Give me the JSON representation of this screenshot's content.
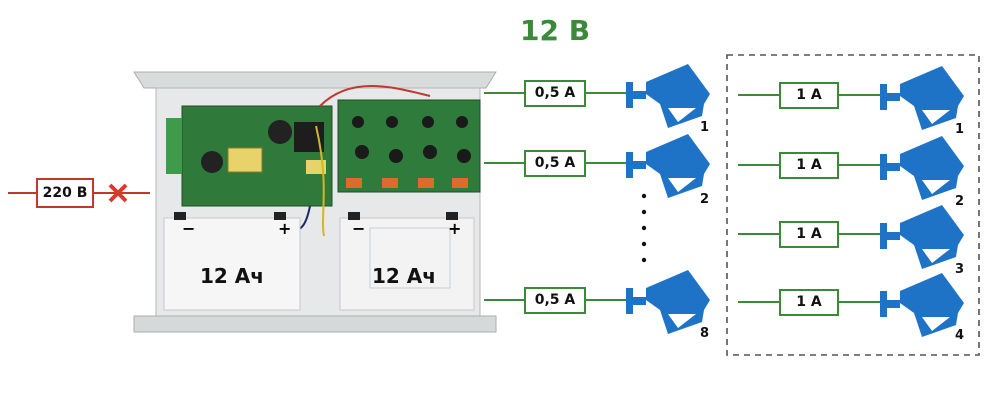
{
  "voltage_title": "12 В",
  "mains_label": "220 В",
  "battery_left_label": "12 Ач",
  "battery_right_label": "12 Ач",
  "battery_minus": "−",
  "battery_plus": "+",
  "left_group": {
    "current": "0,5 А",
    "cameras": [
      {
        "number": "1"
      },
      {
        "number": "2"
      },
      {
        "number": "8"
      }
    ]
  },
  "right_group": {
    "current": "1 А",
    "cameras": [
      {
        "number": "1"
      },
      {
        "number": "2"
      },
      {
        "number": "3"
      },
      {
        "number": "4"
      }
    ]
  },
  "colors": {
    "accent_green": "#3a8a3a",
    "mains_red": "#c0392b",
    "camera_blue": "#1f73c6"
  }
}
